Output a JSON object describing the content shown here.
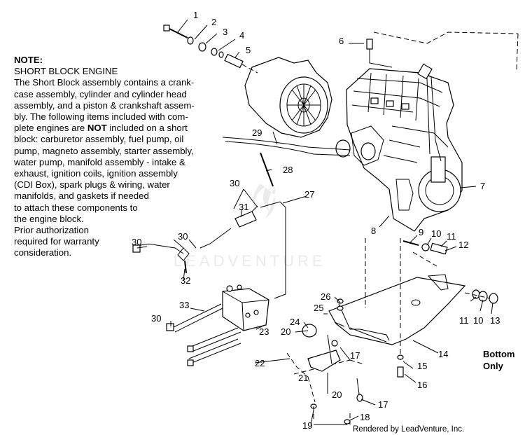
{
  "note": {
    "heading": "NOTE:",
    "lines": [
      "SHORT BLOCK ENGINE",
      "The Short Block assembly contains a crank-",
      "case assembly, cylinder and cylinder head",
      "assembly, and a piston & crankshaft assem-",
      "bly.  The following items included with com-",
      "plete engines are NOT included on a short",
      "block:  carburetor assembly, fuel pump, oil",
      "pump, magneto assembly, starter assembly,",
      "water pump, manifold assembly - intake &",
      "exhaust, ignition coils, ignition assembly",
      " (CDI Box), spark plugs & wiring, water",
      " manifolds, and gaskets if needed",
      " to attach these components to",
      " the engine block.",
      "Prior authorization",
      " required for warranty",
      "consideration."
    ]
  },
  "callouts": [
    {
      "id": "c1",
      "label": "1"
    },
    {
      "id": "c2",
      "label": "2"
    },
    {
      "id": "c3",
      "label": "3"
    },
    {
      "id": "c4",
      "label": "4"
    },
    {
      "id": "c5",
      "label": "5"
    },
    {
      "id": "c6",
      "label": "6"
    },
    {
      "id": "c7",
      "label": "7"
    },
    {
      "id": "c8",
      "label": "8"
    },
    {
      "id": "c9",
      "label": "9"
    },
    {
      "id": "c10a",
      "label": "10"
    },
    {
      "id": "c11a",
      "label": "11"
    },
    {
      "id": "c12",
      "label": "12"
    },
    {
      "id": "c11b",
      "label": "11"
    },
    {
      "id": "c10b",
      "label": "10"
    },
    {
      "id": "c13",
      "label": "13"
    },
    {
      "id": "c14",
      "label": "14"
    },
    {
      "id": "c15",
      "label": "15"
    },
    {
      "id": "c16",
      "label": "16"
    },
    {
      "id": "c17a",
      "label": "17"
    },
    {
      "id": "c17b",
      "label": "17"
    },
    {
      "id": "c18",
      "label": "18"
    },
    {
      "id": "c19",
      "label": "19"
    },
    {
      "id": "c20a",
      "label": "20"
    },
    {
      "id": "c20b",
      "label": "20"
    },
    {
      "id": "c21",
      "label": "21"
    },
    {
      "id": "c22",
      "label": "22"
    },
    {
      "id": "c23",
      "label": "23"
    },
    {
      "id": "c24",
      "label": "24"
    },
    {
      "id": "c25",
      "label": "25"
    },
    {
      "id": "c26",
      "label": "26"
    },
    {
      "id": "c27",
      "label": "27"
    },
    {
      "id": "c28",
      "label": "28"
    },
    {
      "id": "c29",
      "label": "29"
    },
    {
      "id": "c30a",
      "label": "30"
    },
    {
      "id": "c30b",
      "label": "30"
    },
    {
      "id": "c30c",
      "label": "30"
    },
    {
      "id": "c30d",
      "label": "30"
    },
    {
      "id": "c31",
      "label": "31"
    },
    {
      "id": "c32",
      "label": "32"
    },
    {
      "id": "c33",
      "label": "33"
    }
  ],
  "bottom_only": [
    "Bottom",
    "Only"
  ],
  "watermark": "LEADVENTURE",
  "credit": "Rendered by LeadVenture, Inc."
}
